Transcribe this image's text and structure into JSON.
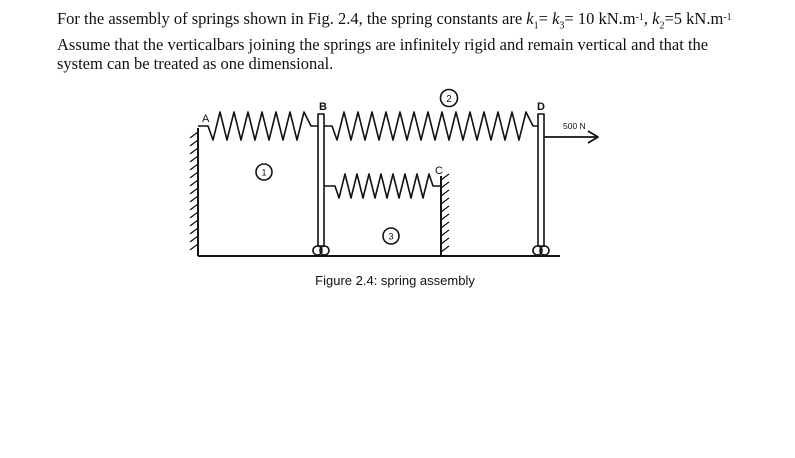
{
  "problem": {
    "t1": "For the assembly of springs shown in Fig. 2.4, the spring constants are ",
    "k1": "k",
    "k1sub": "1",
    "eq1": "= ",
    "k3": "k",
    "k3sub": "3",
    "eq2": "= 10 kN.m",
    "exp1": "-1",
    "t2": ", ",
    "k2": "k",
    "k2sub": "2",
    "eq3": "=5 kN.m",
    "exp2": "-1",
    "t3": " Assume that the verticalbars joining the springs are infinitely rigid and remain vertical and that the system can be treated as one dimensional."
  },
  "figure": {
    "label_A": "A",
    "label_B": "B",
    "label_C": "C",
    "label_D": "D",
    "label_force": "500 N",
    "spring1": "1",
    "spring2": "2",
    "spring3": "3",
    "caption": "Figure 2.4: spring assembly"
  }
}
